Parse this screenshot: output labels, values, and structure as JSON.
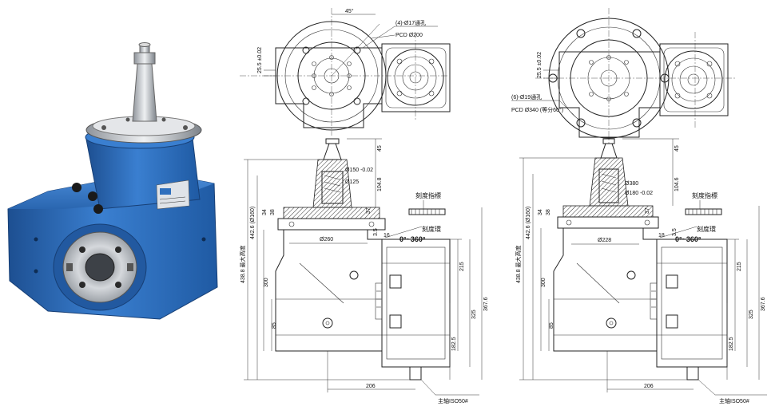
{
  "colors": {
    "housing_blue": "#2e6fbd",
    "housing_dark": "#1d4f91",
    "steel": "#c9ccd1",
    "line": "#222222"
  },
  "photo": {
    "nameplate_text": ""
  },
  "drawing1": {
    "top": {
      "angle_label": "45°",
      "hole_label": "(4)-Ø17通孔",
      "pcd_label": "PCD Ø200",
      "offset_label": "25.5 ±0.02"
    },
    "side": {
      "dims_right": [
        "45",
        "104.8",
        "37",
        "3.5",
        "16",
        "215",
        "325",
        "367.6",
        "182.5"
      ],
      "dims_left": [
        "438.8 最大高度",
        "442.6 (Ø160)",
        "34",
        "38",
        "300",
        "85"
      ],
      "dia_main": "Ø260",
      "dia_small1": "Ø150 -0.02",
      "dia_small2": "Ø125",
      "bottom_dim": "206",
      "scale_label": "刻度指標",
      "ring_label": "刻度環",
      "rotation_label": "0°~360°",
      "spindle_label": "主轴ISO50#"
    }
  },
  "drawing2": {
    "top": {
      "hole_label": "(6)-Ø19通孔",
      "pcd_label": "PCD Ø340 (等分60°)",
      "offset_label": "25.5 ±0.02"
    },
    "side": {
      "dims_right": [
        "45",
        "104.6",
        "37",
        "3.5",
        "18",
        "215",
        "325",
        "367.6",
        "182.5"
      ],
      "dims_left": [
        "438.8 最大高度",
        "442.6 (Ø160)",
        "34",
        "38",
        "300",
        "85"
      ],
      "dia_main": "Ø228",
      "dia_small1": "Ø380",
      "dia_small2": "Ø180 -0.02",
      "bottom_dim": "206",
      "scale_label": "刻度指標",
      "ring_label": "刻度環",
      "rotation_label": "0°~360°",
      "spindle_label": "主轴ISO50#"
    }
  }
}
